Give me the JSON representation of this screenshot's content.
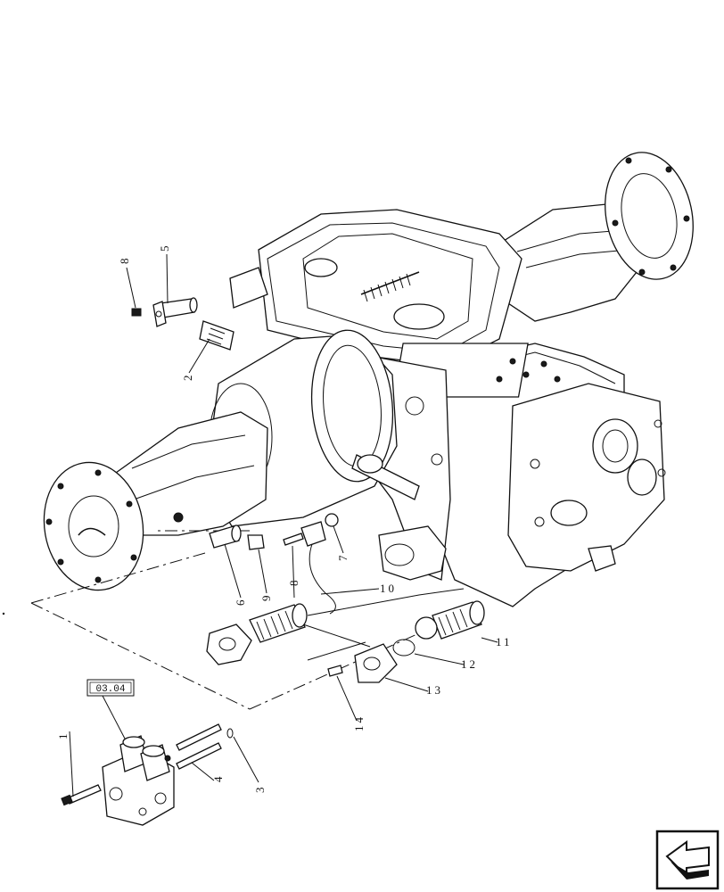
{
  "diagram": {
    "callouts": [
      "1",
      "2",
      "3",
      "4",
      "5",
      "6",
      "7",
      "8",
      "8",
      "9",
      "10",
      "11",
      "12",
      "13",
      "14"
    ],
    "reference_box": "03.04"
  },
  "nav": {
    "icon": "back-arrow-icon"
  }
}
